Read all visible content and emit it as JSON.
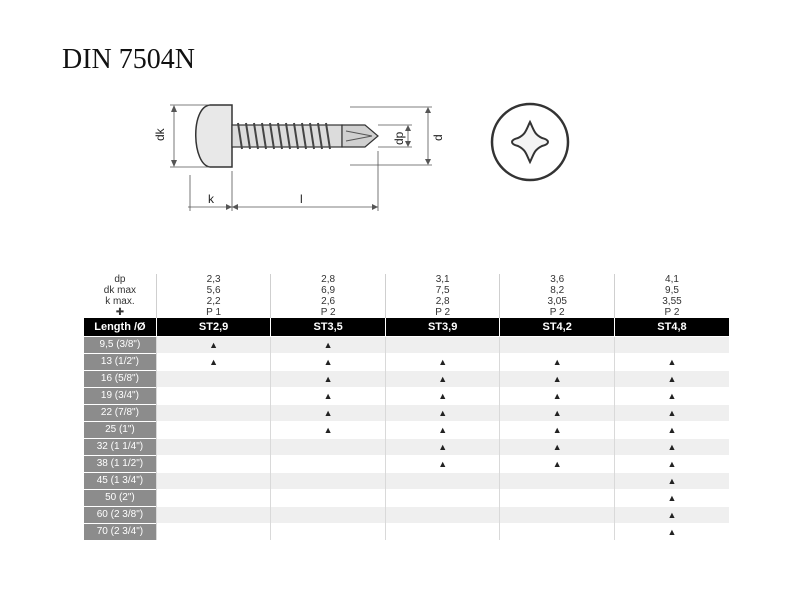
{
  "title": "DIN 7504N",
  "drawing": {
    "dim_dk": "dk",
    "dim_k": "k",
    "dim_l": "l",
    "dim_dp": "dp",
    "dim_d": "d"
  },
  "table": {
    "param_labels": [
      "dp",
      "dk max",
      "k max.",
      "✚"
    ],
    "param_values": [
      [
        "2,3",
        "2,8",
        "3,1",
        "3,6",
        "4,1"
      ],
      [
        "5,6",
        "6,9",
        "7,5",
        "8,2",
        "9,5"
      ],
      [
        "2,2",
        "2,6",
        "2,8",
        "3,05",
        "3,55"
      ],
      [
        "P 1",
        "P 2",
        "P 2",
        "P 2",
        "P 2"
      ]
    ],
    "header_label": "Length /Ø",
    "sizes": [
      "ST2,9",
      "ST3,5",
      "ST3,9",
      "ST4,2",
      "ST4,8"
    ],
    "lengths": [
      "9,5 (3/8\")",
      "13 (1/2\")",
      "16 (5/8\")",
      "19 (3/4\")",
      "22 (7/8\")",
      "25 (1\")",
      "32 (1 1/4\")",
      "38 (1 1/2\")",
      "45 (1 3/4\")",
      "50 (2\")",
      "60 (2 3/8\")",
      "70 (2 3/4\")"
    ],
    "marker": "▲",
    "availability": [
      [
        1,
        1,
        0,
        0,
        0
      ],
      [
        1,
        1,
        1,
        1,
        1
      ],
      [
        0,
        1,
        1,
        1,
        1
      ],
      [
        0,
        1,
        1,
        1,
        1
      ],
      [
        0,
        1,
        1,
        1,
        1
      ],
      [
        0,
        1,
        1,
        1,
        1
      ],
      [
        0,
        0,
        1,
        1,
        1
      ],
      [
        0,
        0,
        1,
        1,
        1
      ],
      [
        0,
        0,
        0,
        0,
        1
      ],
      [
        0,
        0,
        0,
        0,
        1
      ],
      [
        0,
        0,
        0,
        0,
        1
      ],
      [
        0,
        0,
        0,
        0,
        1
      ]
    ]
  }
}
